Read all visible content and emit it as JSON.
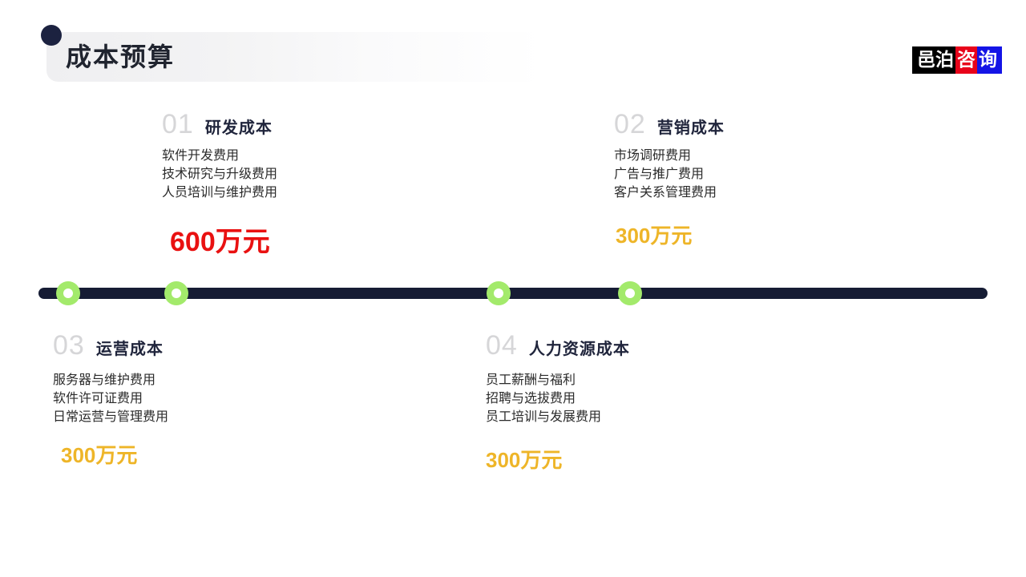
{
  "header": {
    "title": "成本预算",
    "dot_color": "#1c2240",
    "band_gradient_from": "#efeff1",
    "band_gradient_to": "#ffffff"
  },
  "logo": {
    "segments": [
      {
        "text": "邑泊",
        "bg": "#000000",
        "fg": "#ffffff"
      },
      {
        "text": "咨",
        "bg": "#e8031a",
        "fg": "#ffffff"
      },
      {
        "text": "询",
        "bg": "#1414e6",
        "fg": "#ffffff"
      }
    ]
  },
  "timeline": {
    "bar_color": "#161c34",
    "node_color": "#a3ea6b",
    "node_inner_color": "#ffffff",
    "nodes": [
      {
        "label": "node-1",
        "left_pct": 3.1
      },
      {
        "label": "node-2",
        "left_pct": 14.5
      },
      {
        "label": "node-3",
        "left_pct": 48.5
      },
      {
        "label": "node-4",
        "left_pct": 62.3
      }
    ]
  },
  "blocks": [
    {
      "number": "01",
      "title": "研发成本",
      "items": [
        "软件开发费用",
        "技术研究与升级费用",
        "人员培训与维护费用"
      ],
      "amount": "600万元",
      "amount_color": "#e91111"
    },
    {
      "number": "02",
      "title": "营销成本",
      "items": [
        "市场调研费用",
        "广告与推广费用",
        "客户关系管理费用"
      ],
      "amount": "300万元",
      "amount_color": "#eeb528"
    },
    {
      "number": "03",
      "title": "运营成本",
      "items": [
        "服务器与维护费用",
        "软件许可证费用",
        "日常运营与管理费用"
      ],
      "amount": "300万元",
      "amount_color": "#eeb528"
    },
    {
      "number": "04",
      "title": "人力资源成本",
      "items": [
        "员工薪酬与福利",
        "招聘与选拔费用",
        "员工培训与发展费用"
      ],
      "amount": "300万元",
      "amount_color": "#eeb528"
    }
  ]
}
